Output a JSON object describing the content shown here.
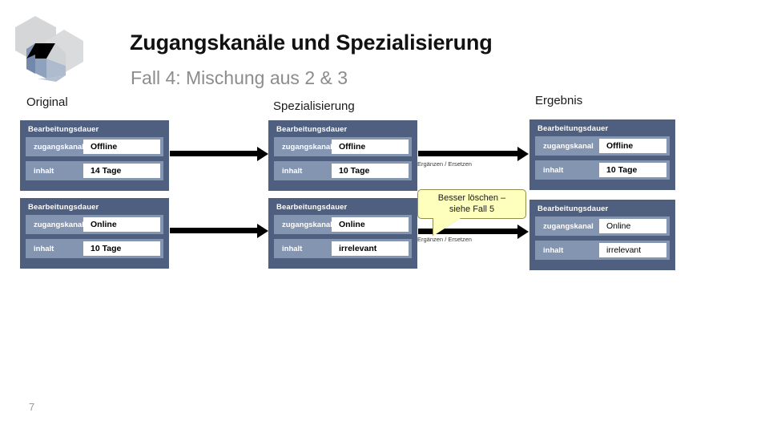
{
  "slide": {
    "title": "Zugangskanäle und Spezialisierung",
    "subtitle": "Fall 4: Mischung aus 2 & 3",
    "page_number": "7",
    "logo_name": "hexagon-logo"
  },
  "columns": {
    "original": {
      "heading": "Original"
    },
    "spezialisierung": {
      "heading": "Spezialisierung"
    },
    "ergebnis": {
      "heading": "Ergebnis"
    }
  },
  "entities": {
    "orig_top": {
      "title": "Bearbeitungsdauer",
      "rows": [
        {
          "name": "zugangskanal",
          "value": "Offline"
        },
        {
          "name": "inhalt",
          "value": "14 Tage"
        }
      ]
    },
    "orig_bottom": {
      "title": "Bearbeitungsdauer",
      "rows": [
        {
          "name": "zugangskanal",
          "value": "Online"
        },
        {
          "name": "inhalt",
          "value": "10 Tage"
        }
      ]
    },
    "spez_top": {
      "title": "Bearbeitungsdauer",
      "rows": [
        {
          "name": "zugangskanal",
          "value": "Offline"
        },
        {
          "name": "inhalt",
          "value": "10 Tage"
        }
      ]
    },
    "spez_bottom": {
      "title": "Bearbeitungsdauer",
      "rows": [
        {
          "name": "zugangskanal",
          "value": "Online"
        },
        {
          "name": "inhalt",
          "value": "irrelevant"
        }
      ]
    },
    "erg_top": {
      "title": "Bearbeitungsdauer",
      "rows": [
        {
          "name": "zugangskanal",
          "value": "Offline"
        },
        {
          "name": "inhalt",
          "value": "10 Tage"
        }
      ]
    },
    "erg_bottom": {
      "title": "Bearbeitungsdauer",
      "rows": [
        {
          "name": "zugangskanal",
          "value": "Online"
        },
        {
          "name": "inhalt",
          "value": "irrelevant"
        }
      ]
    }
  },
  "arrows": {
    "label_top": "Ergänzen / Ersetzen",
    "label_bottom": "Ergänzen / Ersetzen"
  },
  "callout": {
    "line1": "Besser löschen –",
    "line2": "siehe Fall 5"
  },
  "colors": {
    "entity_outer": "#4e5f80",
    "entity_row": "#8495b2",
    "callout_fill": "#ffffbd",
    "callout_border": "#8f8f4a",
    "subtitle": "#8c8c8c",
    "arrow": "#000000"
  }
}
